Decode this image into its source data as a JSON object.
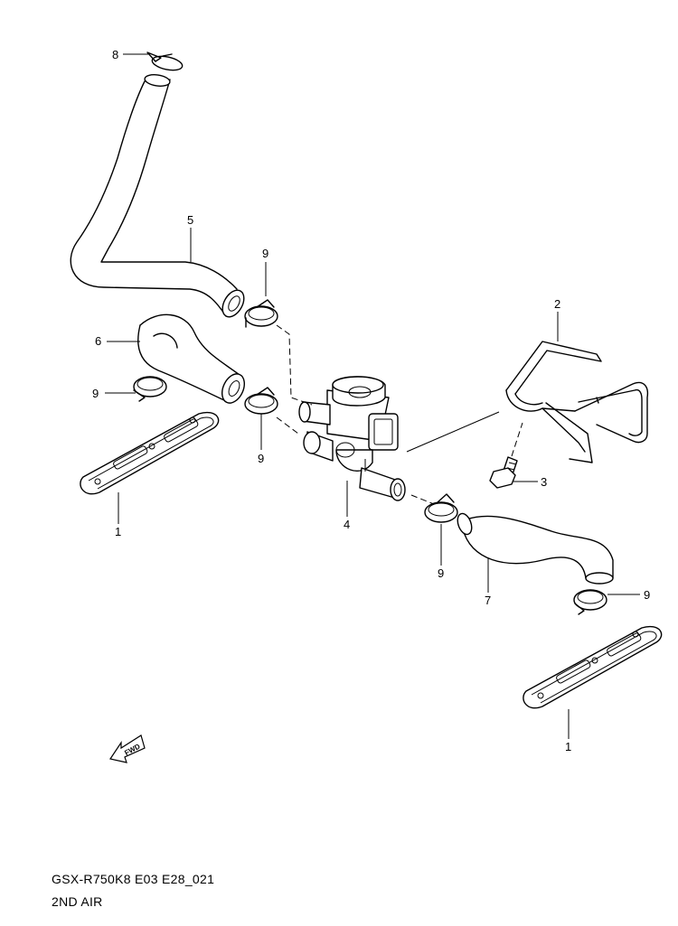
{
  "diagram": {
    "model_code": "GSX-R750K8 E03 E28_021",
    "section_title": "2ND AIR",
    "fwd_label": "FWD",
    "callouts": {
      "c8": "8",
      "c5": "5",
      "c9a": "9",
      "c6": "6",
      "c9b": "9",
      "c9c": "9",
      "c1a": "1",
      "c2": "2",
      "c3": "3",
      "c4": "4",
      "c9d": "9",
      "c7": "7",
      "c9e": "9",
      "c1b": "1"
    }
  }
}
